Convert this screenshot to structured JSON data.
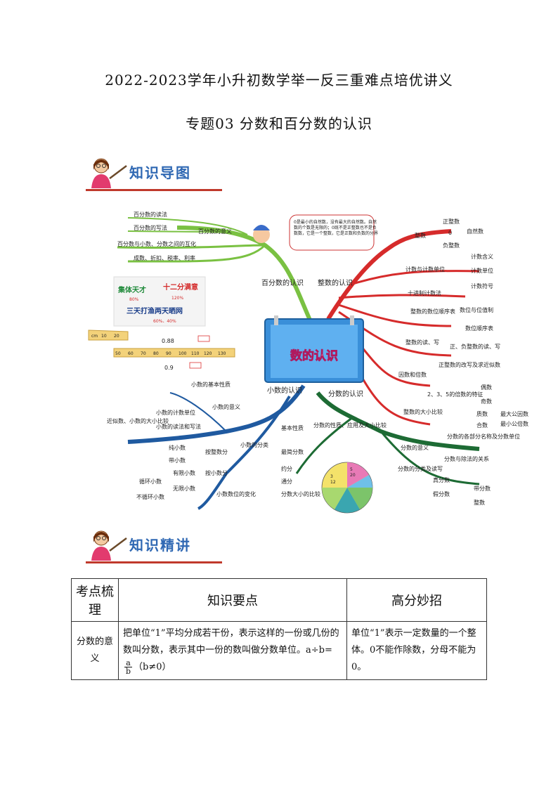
{
  "title": "2022-2023学年小升初数学举一反三重难点培优讲义",
  "subtitle": "专题03  分数和百分数的认识",
  "sections": {
    "mindmap_heading": "知识导图",
    "lecture_heading": "知识精讲"
  },
  "mindmap": {
    "center": "数的认识",
    "bubble": "0是最小的自然数，没有最大的自然数。自然数的个数是无限的；0既不是正整数也不是负数数，它是一个整数，它是正数和负数的分界",
    "branches": {
      "percent": {
        "label": "百分数的认识",
        "sub1": "百分数的意义",
        "sub1a": "百分数的读法",
        "sub1b": "百分数的写法",
        "sub2": "百分数与小数、分数之间的互化",
        "sub3": "成数、折扣、税率、利率"
      },
      "integer": {
        "label": "整数的认识",
        "n1": "整数",
        "n1a": "正整数",
        "n1b": "0",
        "n1c": "负整数",
        "n1d": "自然数",
        "n2": "计数与计数单位",
        "n2a": "计数含义",
        "n2b": "计数单位",
        "n2c": "计数符号",
        "n3": "十进制计数法",
        "n4": "整数的数位顺序表",
        "n4a": "数位与位值制",
        "n4b": "数位顺序表",
        "n5": "整数的读、写",
        "n5a": "正、负整数的读、写",
        "n5b": "正整数的改写及求近似数",
        "n6": "因数和倍数",
        "n6a": "2、3、5的倍数的特征",
        "n6b": "偶数",
        "n6c": "奇数",
        "n6d": "质数",
        "n6e": "合数",
        "n6f": "最大公因数",
        "n6g": "最小公倍数",
        "n7": "整数的大小比较"
      },
      "decimal": {
        "label": "小数的认识",
        "d1": "小数的基本性质",
        "d2": "小数的意义",
        "d2a": "小数的计数单位",
        "d2b": "小数的读法和写法",
        "d2c": "近似数、小数的大小比较",
        "d3": "小数的分类",
        "d3a": "按整数分",
        "d3b": "纯小数",
        "d3c": "带小数",
        "d3d": "按小数分",
        "d3e": "有限小数",
        "d3f": "无限小数",
        "d3g": "循环小数",
        "d3h": "不循环小数",
        "d4": "小数数位的变化"
      },
      "fraction": {
        "label": "分数的认识",
        "f1": "分数的性质、应用及大小比较",
        "f1a": "基本性质",
        "f1b": "最简分数",
        "f1c": "约分",
        "f1d": "通分",
        "f1e": "分数大小的比较",
        "f2": "分数的意义",
        "f2a": "分数的各部分名称及分数单位",
        "f2b": "分数与除法的关系",
        "f3": "分数的分类及读写",
        "f3a": "真分数",
        "f3b": "假分数",
        "f3c": "带分数",
        "f3d": "整数"
      }
    },
    "stamp": {
      "l1": "集体天才",
      "l2": "十二分满意",
      "l3": "三天打渔两天晒网",
      "p1": "80%",
      "p2": "120%",
      "p3": "60%、40%"
    },
    "ruler": {
      "unit": "cm",
      "ticks1": [
        "10",
        "20"
      ],
      "ticks2": [
        "50",
        "60",
        "70",
        "80",
        "90",
        "100",
        "110",
        "120",
        "130"
      ],
      "mark1": "0.88",
      "mark2": "0.9"
    },
    "pie_labels": [
      "5",
      "20",
      "3",
      "12"
    ]
  },
  "table": {
    "headers": [
      "考点梳理",
      "知识要点",
      "高分妙招"
    ],
    "rows": [
      {
        "topic": "分数的意义",
        "point_a": "把单位“1”平均分成若干份，表示这样的一份或几份的数叫分数，表示其中一份的数叫做分数单位。a÷b=",
        "frac_n": "a",
        "frac_d": "b",
        "point_b": "（b≠0）",
        "tip": "单位“1”表示一定数量的一个整体。0不能作除数，分母不能为0。"
      }
    ]
  },
  "colors": {
    "percent_branch": "#7ac142",
    "integer_branch": "#d62b2b",
    "decimal_branch": "#1f5aa0",
    "fraction_branch": "#1d6b34",
    "heading_blue": "#2f68b3",
    "rule_red": "#c0392b"
  }
}
